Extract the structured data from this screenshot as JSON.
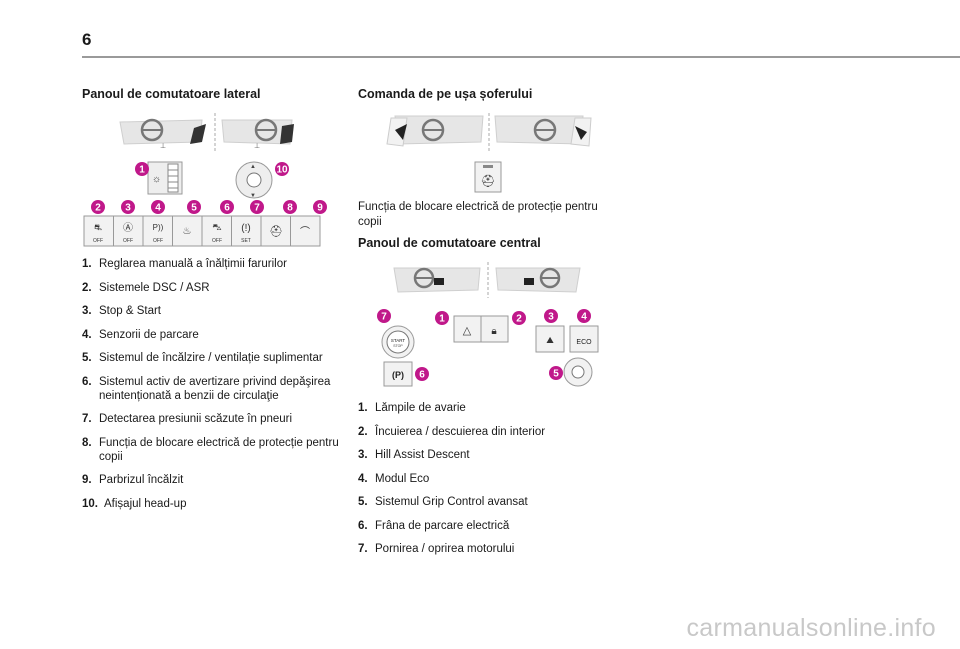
{
  "page": {
    "number": "6"
  },
  "left": {
    "heading": "Panoul de comutatoare lateral",
    "items": [
      {
        "num": "1.",
        "text": "Reglarea manuală a înălțimii farurilor"
      },
      {
        "num": "2.",
        "text": "Sistemele DSC / ASR"
      },
      {
        "num": "3.",
        "text": "Stop & Start"
      },
      {
        "num": "4.",
        "text": "Senzorii de parcare"
      },
      {
        "num": "5.",
        "text": "Sistemul de încălzire / ventilație suplimentar"
      },
      {
        "num": "6.",
        "text": "Sistemul activ de avertizare privind depăşirea neintenționată a benzii de circulaţie"
      },
      {
        "num": "7.",
        "text": "Detectarea presiunii scăzute în pneuri"
      },
      {
        "num": "8.",
        "text": "Funcția de blocare electrică de protecție pentru copii"
      },
      {
        "num": "9.",
        "text": "Parbrizul încălzit"
      },
      {
        "num": "10.",
        "text": "Afișajul head-up"
      }
    ],
    "figure": {
      "badges": [
        "1",
        "2",
        "3",
        "4",
        "5",
        "6",
        "7",
        "8",
        "9",
        "10"
      ],
      "button_labels": [
        "OFF",
        "OFF",
        "OFF",
        "OFF",
        "SET"
      ]
    }
  },
  "right": {
    "door_heading": "Comanda de pe ușa șoferului",
    "door_text": "Funcția de blocare electrică de protecție pentru copii",
    "central_heading": "Panoul de comutatoare central",
    "items": [
      {
        "num": "1.",
        "text": "Lămpile de avarie"
      },
      {
        "num": "2.",
        "text": "Încuierea / descuierea din interior"
      },
      {
        "num": "3.",
        "text": "Hill Assist Descent"
      },
      {
        "num": "4.",
        "text": "Modul Eco"
      },
      {
        "num": "5.",
        "text": "Sistemul Grip Control avansat"
      },
      {
        "num": "6.",
        "text": "Frâna de parcare electrică"
      },
      {
        "num": "7.",
        "text": "Pornirea / oprirea motorului"
      }
    ],
    "figure": {
      "badges": [
        "7",
        "1",
        "2",
        "3",
        "4",
        "6",
        "5"
      ],
      "start_label": "START",
      "stop_label": "STOP",
      "eco_label": "ECO",
      "parking_label": "(P)"
    }
  },
  "watermark": "carmanualsonline.info",
  "colors": {
    "badge": "#c0188a",
    "rule": "#9a9a9a",
    "icon_bg": "#eeeeee"
  }
}
